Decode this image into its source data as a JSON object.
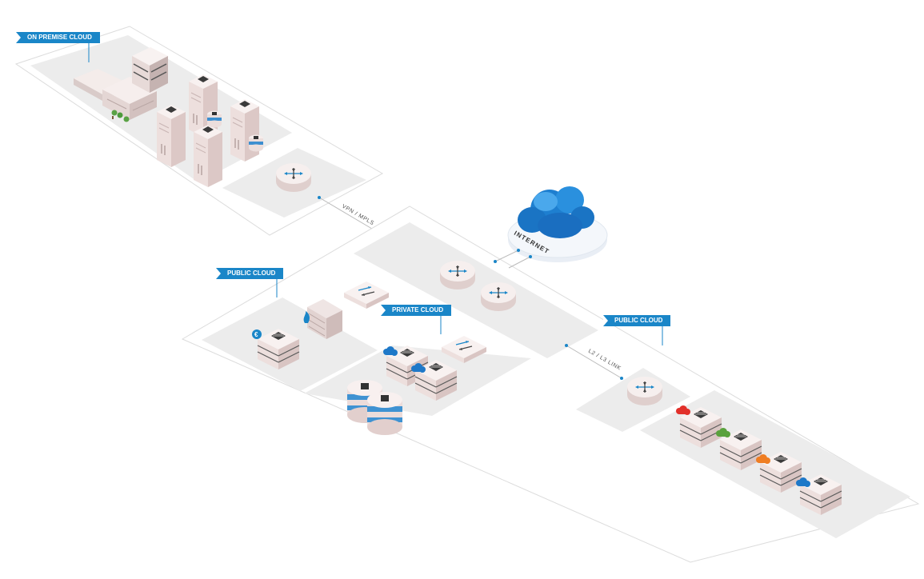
{
  "labels": {
    "on_premise": "ON PREMISE CLOUD",
    "public_left": "PUBLIC CLOUD",
    "private": "PRIVATE CLOUD",
    "public_right": "PUBLIC CLOUD"
  },
  "links": {
    "vpn": "VPN / MPLS",
    "l2l3": "L2 / L3 LINK"
  },
  "internet": "INTERNET",
  "colors": {
    "accent": "#1a86c8",
    "platform": "#ececec",
    "border": "#dcdcdc",
    "server_top": "#f7efee",
    "server_side": "#e3d2d0",
    "red_cloud": "#e2302a",
    "green_cloud": "#59a13c",
    "orange_cloud": "#ef7d22",
    "blue_cloud": "#1e78c8"
  },
  "icons": [
    "building-icon",
    "tower-server-icon",
    "router-icon",
    "switch-icon",
    "firewall-icon",
    "rack-server-icon",
    "database-icon",
    "internet-cloud-icon"
  ]
}
